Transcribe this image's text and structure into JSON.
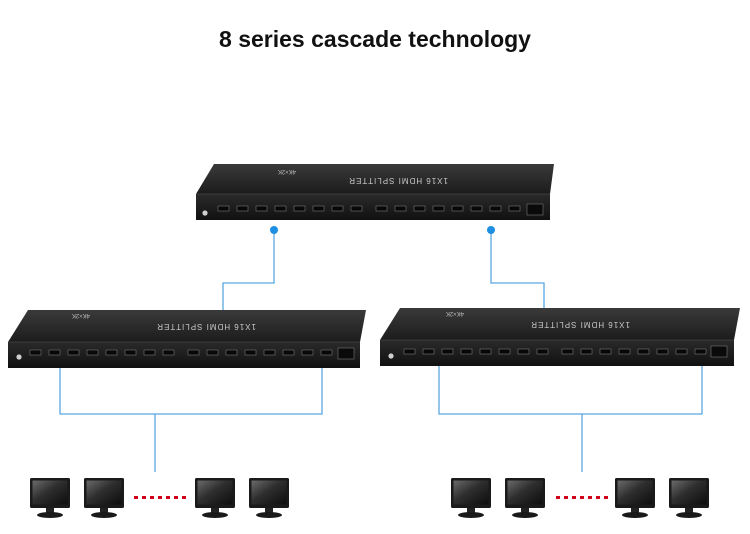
{
  "title": "8 series cascade technology",
  "device": {
    "model_label": "1X16 HDMI SPLITTER",
    "badge": "4K×2K",
    "output_ports": 16
  },
  "colors": {
    "link": "#5aa7e0",
    "dot": "#1e8fe3",
    "ellipsis": "#d0021b",
    "chassis": "#242424"
  },
  "icons": {
    "monitor": "monitor-icon"
  }
}
